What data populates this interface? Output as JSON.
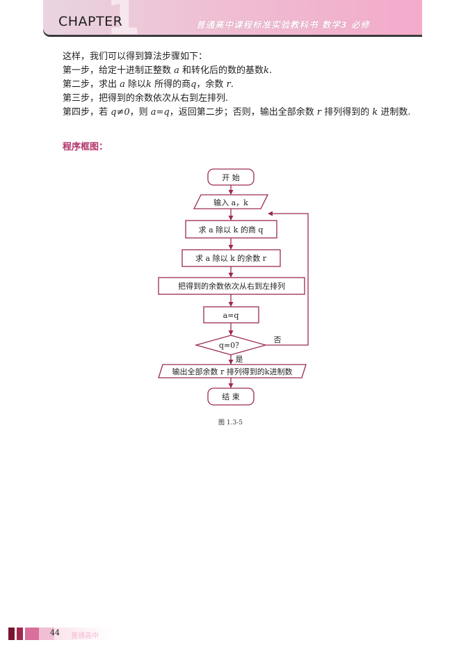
{
  "header": {
    "chapter_word": "CHAPTER",
    "chapter_number": "1",
    "book_title": "普通高中课程标准实验教科书  数学3  必修"
  },
  "body": {
    "intro": "这样，我们可以得到算法步骤如下：",
    "step1": {
      "a": "第一步，给定十进制正整数 ",
      "v1": "a",
      "b": " 和转化后的数的基数",
      "v2": "k",
      "c": "."
    },
    "step2": {
      "a": "第二步，求出 ",
      "v1": "a",
      "b": " 除以",
      "v2": "k",
      "c": " 所得的商",
      "v3": "q",
      "d": "，余数 ",
      "v4": "r",
      "e": "."
    },
    "step3": "第三步，把得到的余数依次从右到左排列.",
    "step4": {
      "a": "第四步，若 ",
      "v1": "q≠0",
      "b": "，则 ",
      "v2": "a=q",
      "c": "，返回第二步；否则，输出全部余数 ",
      "v3": "r",
      "d": " 排列得到的 ",
      "v4": "k",
      "e": " 进制数."
    },
    "flow_heading": "程序框图："
  },
  "flowchart": {
    "start": "开  始",
    "input": "输入 a，k",
    "quotient": "求 a 除以 k 的商 q",
    "remainder": "求 a 除以 k 的余数 r",
    "arrange": "把得到的余数依次从右到左排列",
    "assign": "a=q",
    "decision": "q=0？",
    "no_label": "否",
    "yes_label": "是",
    "output": "输出全部余数 r 排列得到的k进制数",
    "end": "结  束",
    "stroke_color": "#9c2a4c"
  },
  "caption": "图 1.3-5",
  "footer": {
    "page_number": "44",
    "faint_text": "普通高中"
  }
}
